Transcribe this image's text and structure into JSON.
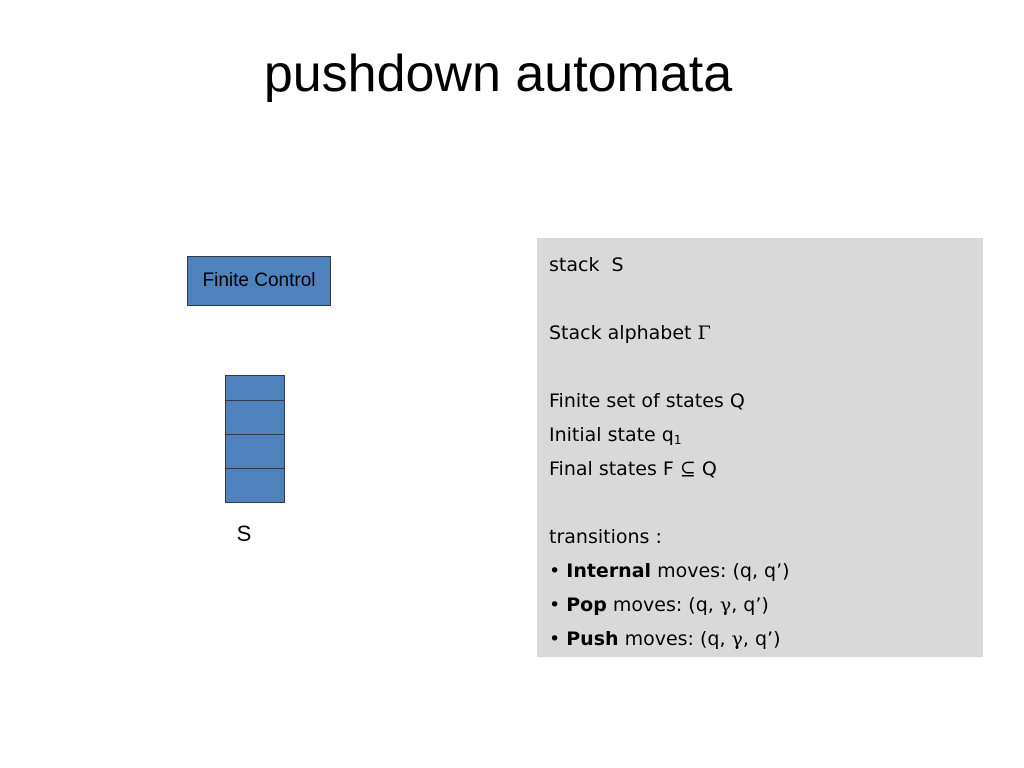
{
  "title": "pushdown automata",
  "colors": {
    "box_fill": "#4f81bd",
    "info_bg": "#d9d9d9",
    "border": "#2f3b4c"
  },
  "finite_control": {
    "label": "Finite Control"
  },
  "stack": {
    "cell_count": 4,
    "label": "S"
  },
  "info": {
    "stack_prefix": "stack  ",
    "stack_symbol": "S",
    "alphabet_prefix": "Stack alphabet ",
    "alphabet_symbol": "Γ",
    "states_label": "Finite set of states Q",
    "initial_prefix": "Initial state q",
    "initial_sub": "1",
    "final_prefix": "Final states F ",
    "final_symbol": "⊆",
    "final_suffix": " Q",
    "transitions_label": "transitions :",
    "bullet": "• ",
    "moves": [
      {
        "name": "Internal",
        "rest_start": " moves: (q, q’)",
        "gamma": "",
        "rest_end": ""
      },
      {
        "name": "Pop",
        "rest_start": " moves: (q, ",
        "gamma": "γ",
        "rest_end": ", q’)"
      },
      {
        "name": "Push",
        "rest_start": " moves: (q, ",
        "gamma": "γ",
        "rest_end": ", q’)"
      }
    ]
  }
}
